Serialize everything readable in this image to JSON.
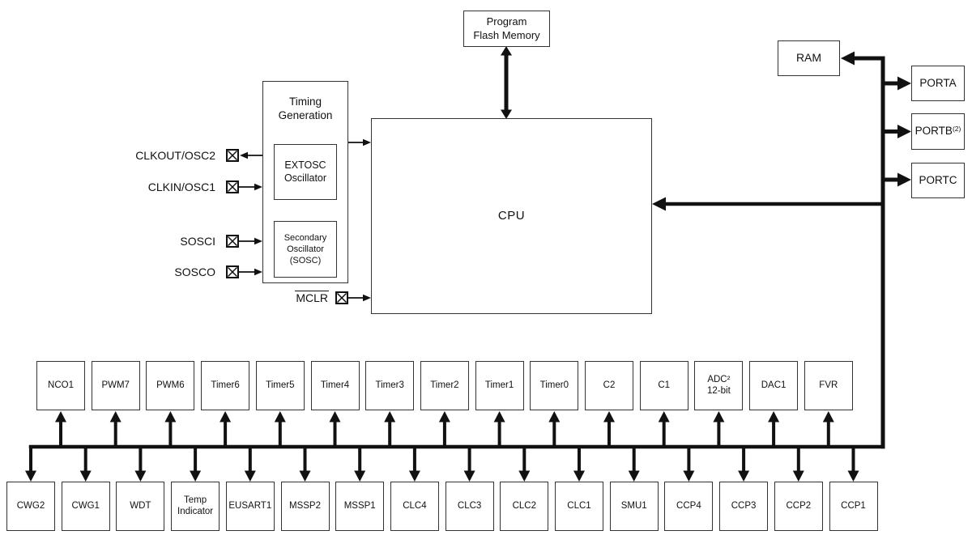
{
  "colors": {
    "background": "#ffffff",
    "line": "#111111",
    "box_border": "#333333",
    "text": "#111111"
  },
  "blocks": {
    "program_flash": {
      "lines": [
        "Program",
        "Flash Memory"
      ]
    },
    "timing": {
      "lines": [
        "Timing",
        "Generation"
      ]
    },
    "extosc": {
      "lines": [
        "EXTOSC",
        "Oscillator"
      ]
    },
    "sosc": {
      "lines": [
        "Secondary",
        "Oscillator",
        "(SOSC)"
      ]
    },
    "cpu": {
      "label": "CPU"
    },
    "ram": {
      "label": "RAM"
    },
    "porta": {
      "label": "PORTA"
    },
    "portb": {
      "label": "PORTB",
      "note": "(2)"
    },
    "portc": {
      "label": "PORTC"
    }
  },
  "pins": {
    "clkout": "CLKOUT/OSC2",
    "clkin": "CLKIN/OSC1",
    "sosci": "SOSCI",
    "sosco": "SOSCO",
    "mclr": "MCLR"
  },
  "peripherals": {
    "row1": [
      {
        "lines": [
          "NCO1"
        ]
      },
      {
        "lines": [
          "PWM7"
        ]
      },
      {
        "lines": [
          "PWM6"
        ]
      },
      {
        "lines": [
          "Timer6"
        ]
      },
      {
        "lines": [
          "Timer5"
        ]
      },
      {
        "lines": [
          "Timer4"
        ]
      },
      {
        "lines": [
          "Timer3"
        ]
      },
      {
        "lines": [
          "Timer2"
        ]
      },
      {
        "lines": [
          "Timer1"
        ]
      },
      {
        "lines": [
          "Timer0"
        ]
      },
      {
        "lines": [
          "C2"
        ]
      },
      {
        "lines": [
          "C1"
        ]
      },
      {
        "lines": [
          "ADC²",
          "12-bit"
        ]
      },
      {
        "lines": [
          "DAC1"
        ]
      },
      {
        "lines": [
          "FVR"
        ]
      }
    ],
    "row2": [
      {
        "lines": [
          "CWG2"
        ]
      },
      {
        "lines": [
          "CWG1"
        ]
      },
      {
        "lines": [
          "WDT"
        ]
      },
      {
        "lines": [
          "Temp",
          "Indicator"
        ]
      },
      {
        "lines": [
          "EUSART1"
        ]
      },
      {
        "lines": [
          "MSSP2"
        ]
      },
      {
        "lines": [
          "MSSP1"
        ]
      },
      {
        "lines": [
          "CLC4"
        ]
      },
      {
        "lines": [
          "CLC3"
        ]
      },
      {
        "lines": [
          "CLC2"
        ]
      },
      {
        "lines": [
          "CLC1"
        ]
      },
      {
        "lines": [
          "SMU1"
        ]
      },
      {
        "lines": [
          "CCP4"
        ]
      },
      {
        "lines": [
          "CCP3"
        ]
      },
      {
        "lines": [
          "CCP2"
        ]
      },
      {
        "lines": [
          "CCP1"
        ]
      }
    ]
  }
}
